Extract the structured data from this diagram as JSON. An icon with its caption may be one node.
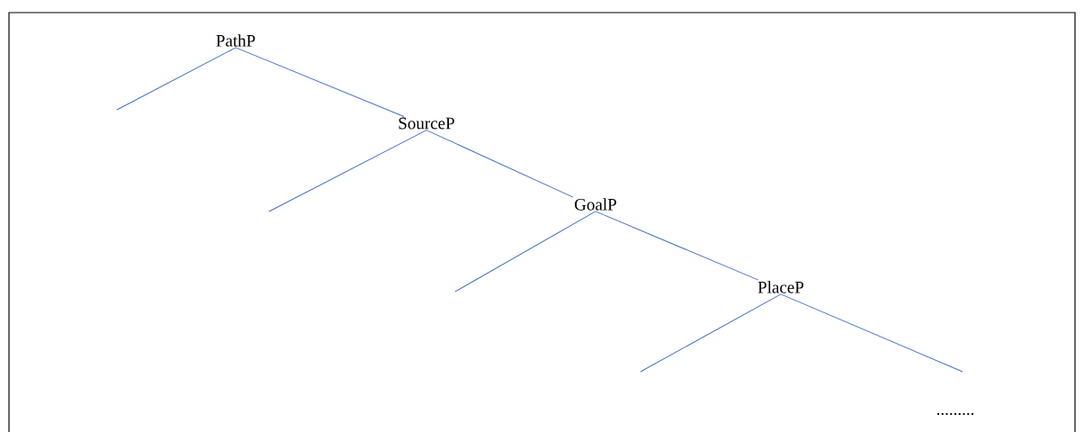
{
  "diagram": {
    "nodes": [
      {
        "text": [
          "PathP"
        ]
      },
      {
        "text": [
          "SourceP"
        ]
      },
      {
        "text": [
          "GoalP"
        ]
      },
      {
        "text": [
          "PlaceP"
        ]
      }
    ],
    "edges": [
      {
        "from": 0,
        "to": null,
        "arrow": "none"
      },
      {
        "from": 0,
        "to": 1,
        "arrow": "none"
      },
      {
        "from": 1,
        "to": null,
        "arrow": "none"
      },
      {
        "from": 1,
        "to": 2,
        "arrow": "none"
      },
      {
        "from": 2,
        "to": null,
        "arrow": "none"
      },
      {
        "from": 2,
        "to": 3,
        "arrow": "none"
      },
      {
        "from": 3,
        "to": null,
        "arrow": "none"
      },
      {
        "from": 3,
        "to": null,
        "arrow": "none"
      }
    ],
    "labels": [
      "........."
    ]
  }
}
